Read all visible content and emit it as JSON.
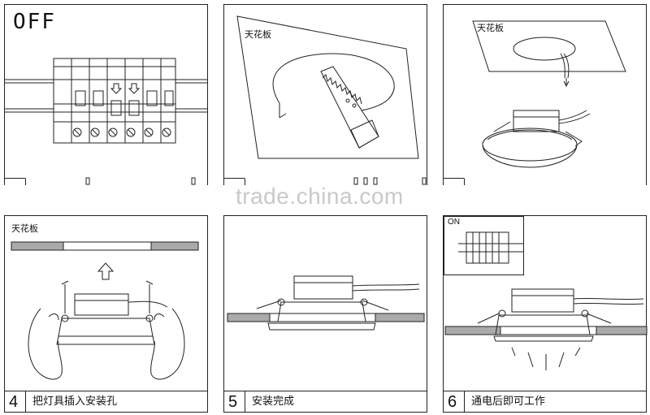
{
  "watermark": "trade.china.com",
  "panel1": {
    "state_label": "OFF"
  },
  "panel2": {
    "ceiling_label": "天花板"
  },
  "panel3": {
    "ceiling_label": "天花板"
  },
  "panel4": {
    "ceiling_label": "天花板",
    "step_number": "4",
    "caption": "把灯具插入安装孔"
  },
  "panel5": {
    "step_number": "5",
    "caption": "安装完成"
  },
  "panel6": {
    "state_label": "ON",
    "step_number": "6",
    "caption": "通电后即可工作"
  }
}
